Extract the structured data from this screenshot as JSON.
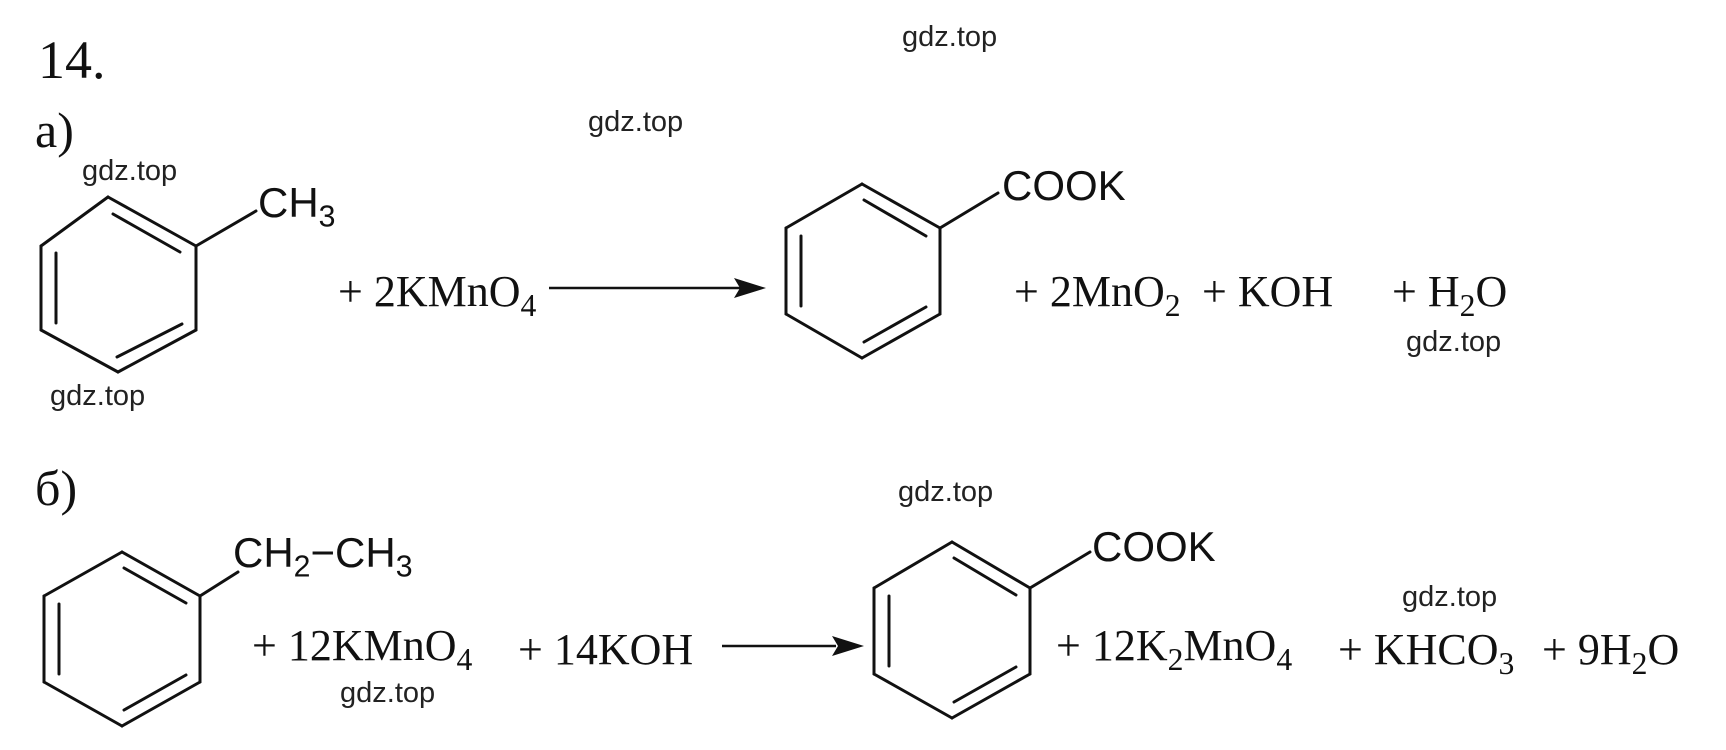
{
  "problem": {
    "number": "14.",
    "parts": [
      {
        "label": "а)",
        "reactant_group": {
          "main": "CH",
          "sub": "3"
        },
        "reagent": {
          "prefix": "+ 2KMnO",
          "sub": "4"
        },
        "product_group": "COOK",
        "byproducts": [
          {
            "prefix": "+ 2MnO",
            "sub": "2",
            "suffix": ""
          },
          {
            "prefix": "+ KOH",
            "sub": "",
            "suffix": ""
          },
          {
            "prefix": "+ H",
            "sub": "2",
            "suffix": "O"
          }
        ]
      },
      {
        "label": "б)",
        "reactant_group": {
          "a": "CH",
          "a_sub": "2",
          "dash": "−",
          "b": "CH",
          "b_sub": "3"
        },
        "reagents": [
          {
            "prefix": "+ 12KMnO",
            "sub": "4",
            "suffix": ""
          },
          {
            "prefix": "+ 14KOH",
            "sub": "",
            "suffix": ""
          }
        ],
        "product_group": "COOK",
        "byproducts": [
          {
            "prefix": "+ 12K",
            "sub": "2",
            "suffix": "MnO",
            "sub2": "4"
          },
          {
            "prefix": "+ KHCO",
            "sub": "3",
            "suffix": ""
          },
          {
            "prefix": "+ 9H",
            "sub": "2",
            "suffix": "O"
          }
        ]
      }
    ]
  },
  "watermark": "gdz.top"
}
